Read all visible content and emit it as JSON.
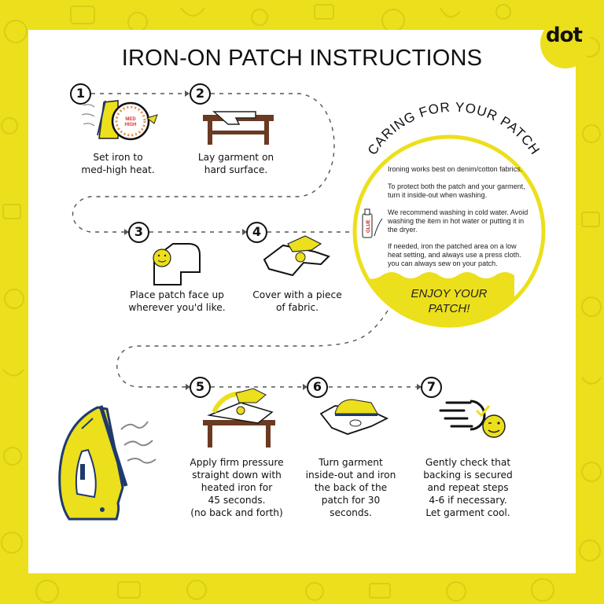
{
  "brand": {
    "logo_text": "dot",
    "accent_color": "#ecdf1c",
    "text_color": "#111111"
  },
  "header": {
    "title": "IRON-ON PATCH INSTRUCTIONS"
  },
  "steps": [
    {
      "number": "1",
      "caption": "Set iron to\nmed-high heat.",
      "icon": "iron-heat-dial-icon",
      "dial_label": "MED\nHIGH"
    },
    {
      "number": "2",
      "caption": "Lay garment on\nhard surface.",
      "icon": "garment-on-table-icon"
    },
    {
      "number": "3",
      "caption": "Place patch face up\nwherever you'd like.",
      "icon": "patch-on-shirt-icon"
    },
    {
      "number": "4",
      "caption": "Cover with a piece\nof fabric.",
      "icon": "cover-fabric-icon"
    },
    {
      "number": "5",
      "caption": "Apply firm pressure\nstraight down with\nheated iron for\n45 seconds.\n(no back and forth)",
      "icon": "press-iron-icon"
    },
    {
      "number": "6",
      "caption": "Turn garment\ninside-out and iron\nthe back of the\npatch for 30\nseconds.",
      "icon": "iron-inside-out-icon"
    },
    {
      "number": "7",
      "caption": "Gently check that\nbacking is secured\nand repeat steps\n4-6 if necessary.\nLet garment cool.",
      "icon": "check-smiley-icon"
    }
  ],
  "care": {
    "heading": "CARING FOR YOUR PATCH",
    "paragraphs": [
      "Ironing works best on denim/cotton fabrics.",
      "To protect both the patch and your garment, turn it inside-out when washing.",
      "We recommend washing in cold water. Avoid washing the item in hot water or putting it in the dryer.",
      "If needed, iron the patched area on a low heat setting, and always use a press cloth. you can always sew on your patch."
    ],
    "glue_label": "GLUE",
    "footer": "ENJOY YOUR\nPATCH!"
  }
}
